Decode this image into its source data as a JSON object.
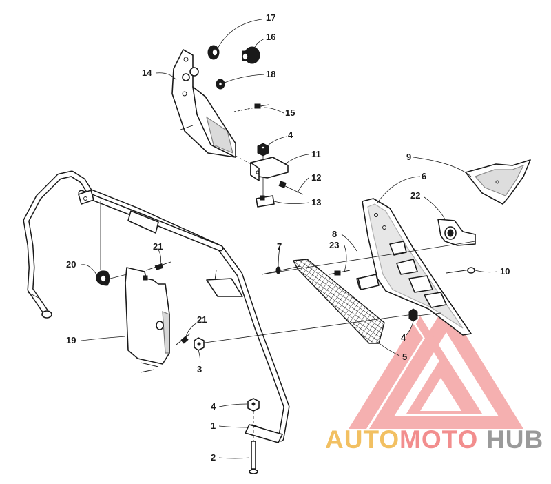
{
  "callouts": {
    "c1": "1",
    "c2": "2",
    "c3": "3",
    "c4a": "4",
    "c4b": "4",
    "c4c": "4",
    "c5": "5",
    "c6": "6",
    "c7": "7",
    "c8": "8",
    "c9": "9",
    "c10": "10",
    "c11": "11",
    "c12": "12",
    "c13": "13",
    "c14": "14",
    "c15": "15",
    "c16": "16",
    "c17": "17",
    "c18": "18",
    "c19": "19",
    "c20": "20",
    "c21a": "21",
    "c21b": "21",
    "c22": "22",
    "c23": "23"
  },
  "watermark": {
    "part1": "AUTO",
    "part2": "MOTO",
    "part3": "HUB",
    "colors": {
      "auto": "#f2c062",
      "moto": "#f28e8e",
      "hub": "#9a9a9a",
      "logo": "#f39a9a"
    }
  }
}
